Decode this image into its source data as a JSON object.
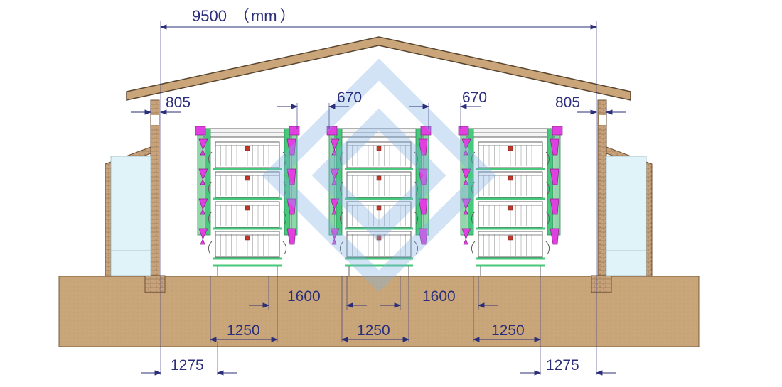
{
  "dimensions": {
    "overall_width": "9500",
    "unit_label": "mm",
    "eave_left": "805",
    "eave_right": "805",
    "top_gap_left": "670",
    "top_gap_right": "670",
    "aisle_left": "1600",
    "aisle_right": "1600",
    "cage_left": "1250",
    "cage_middle": "1250",
    "cage_right": "1250",
    "side_left": "1275",
    "side_right": "1275"
  },
  "colors": {
    "roof": "#c9a579",
    "roof_stroke": "#5a4630",
    "ground": "#c9a679",
    "wall": "#c7a27a",
    "window": "#dff3f8",
    "cage_green": "#47c97b",
    "cage_magenta": "#e040e0",
    "cage_frame": "#606060",
    "dimension": "#2b2e7a",
    "watermark": "#7fb2e6"
  },
  "icons": {
    "watermark": "diamond-logo-watermark"
  }
}
